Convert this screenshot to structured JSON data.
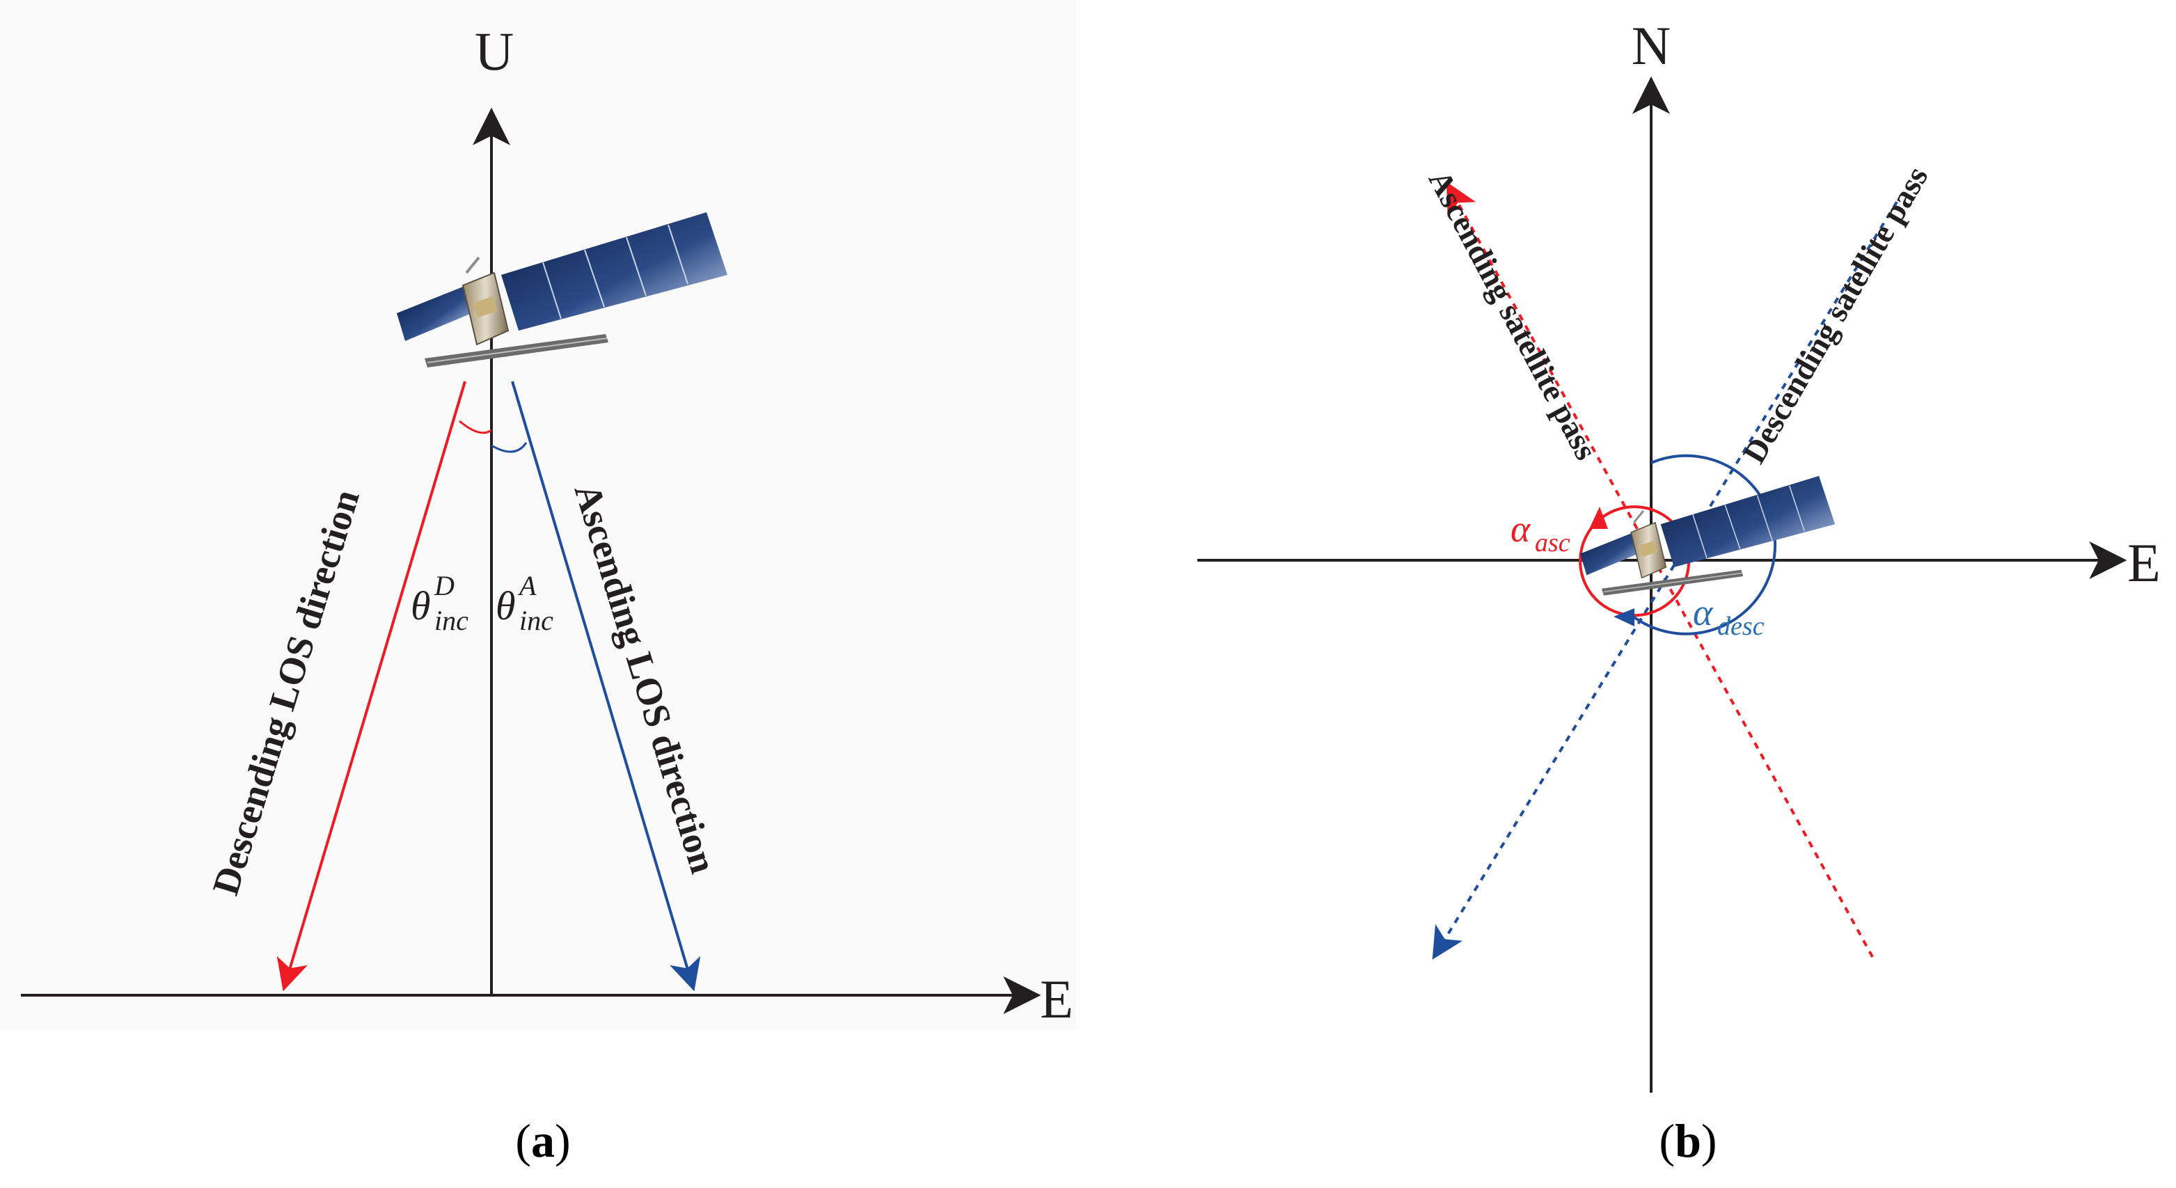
{
  "colors": {
    "axis": "#231f20",
    "descending": "#ed1c24",
    "ascending": "#1f4e9c",
    "alpha_asc": "#ed1c24",
    "alpha_desc": "#2a6fb0",
    "panel_bg": "#fafafa",
    "solar_panel_dark": "#0c1d44",
    "solar_panel_light": "#6f84b0"
  },
  "panel_a": {
    "axis_up_label": "U",
    "axis_east_label": "E",
    "descending_los_label": "Descending LOS direction",
    "ascending_los_label": "Ascending LOS direction",
    "theta_desc": {
      "symbol": "θ",
      "sup": "D",
      "sub": "inc"
    },
    "theta_asc": {
      "symbol": "θ",
      "sup": "A",
      "sub": "inc"
    },
    "caption": {
      "open": "(",
      "letter": "a",
      "close": ")"
    },
    "satellite_icon": "satellite-icon"
  },
  "panel_b": {
    "axis_north_label": "N",
    "axis_east_label": "E",
    "ascending_pass_label": "Ascending satellite pass",
    "descending_pass_label": "Descending satellite pass",
    "alpha_asc": {
      "symbol": "α",
      "sub": "asc"
    },
    "alpha_desc": {
      "symbol": "α",
      "sub": "desc"
    },
    "caption": {
      "open": "(",
      "letter": "b",
      "close": ")"
    },
    "satellite_icon": "satellite-icon"
  }
}
